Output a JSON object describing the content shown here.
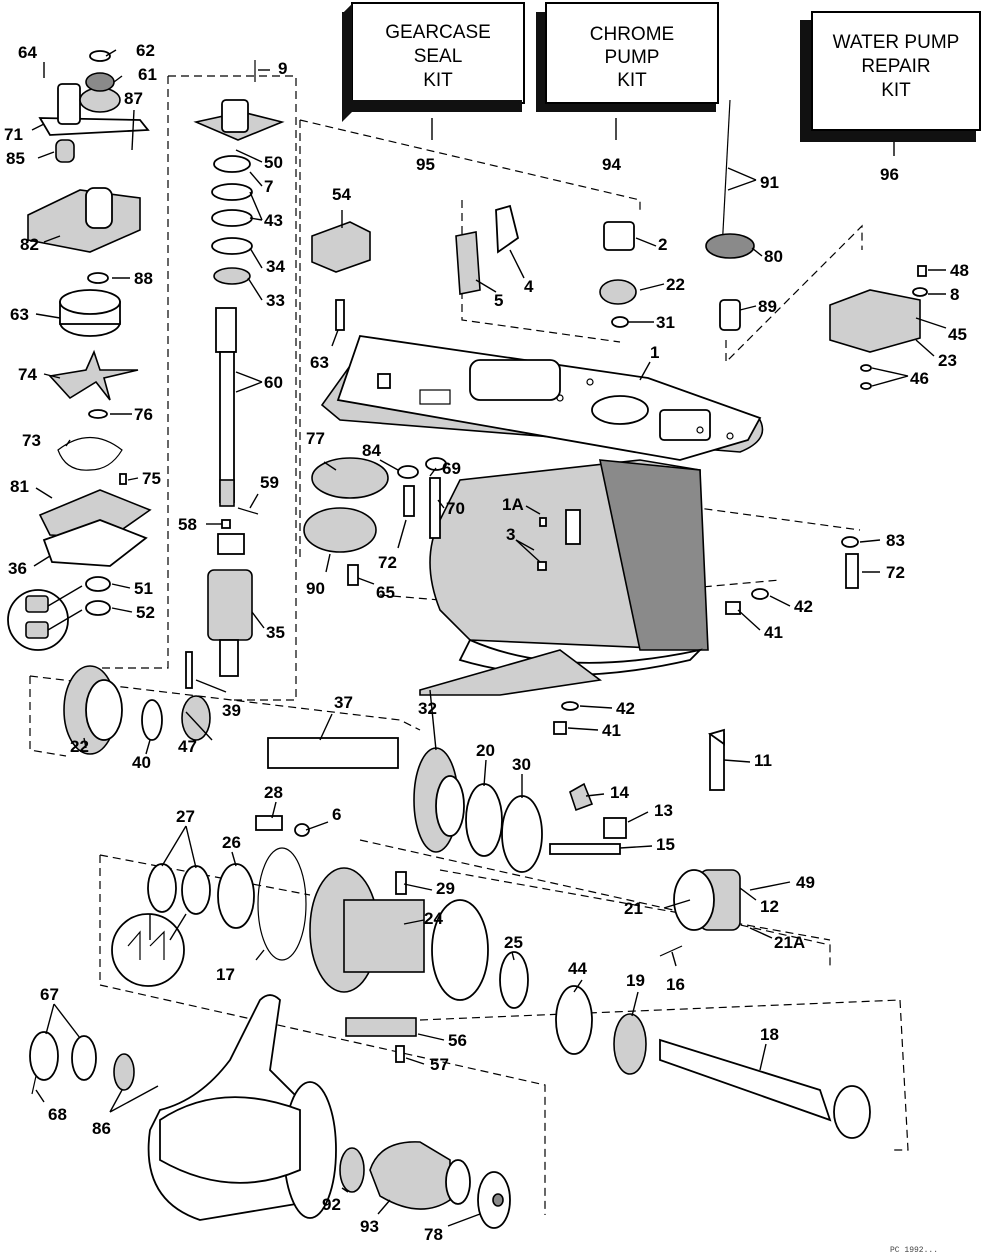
{
  "kits": [
    {
      "id": "95",
      "lines": [
        "GEARCASE",
        "SEAL",
        "KIT"
      ]
    },
    {
      "id": "94",
      "lines": [
        "CHROME",
        "PUMP",
        "KIT"
      ]
    },
    {
      "id": "96",
      "lines": [
        "WATER PUMP",
        "REPAIR",
        "KIT"
      ]
    }
  ],
  "callouts": [
    "64",
    "62",
    "61",
    "9",
    "87",
    "71",
    "85",
    "50",
    "7",
    "43",
    "34",
    "33",
    "82",
    "88",
    "63",
    "74",
    "76",
    "73",
    "75",
    "81",
    "36",
    "51",
    "52",
    "60",
    "59",
    "58",
    "35",
    "39",
    "54",
    "63",
    "95",
    "94",
    "91",
    "2",
    "22",
    "4",
    "5",
    "80",
    "89",
    "31",
    "48",
    "8",
    "45",
    "23",
    "46",
    "1",
    "77",
    "84",
    "69",
    "70",
    "1A",
    "3",
    "72",
    "90",
    "65",
    "83",
    "72",
    "42",
    "41",
    "42",
    "41",
    "22",
    "40",
    "47",
    "37",
    "32",
    "20",
    "30",
    "14",
    "13",
    "15",
    "11",
    "28",
    "6",
    "27",
    "26",
    "17",
    "29",
    "24",
    "25",
    "21",
    "49",
    "12",
    "21A",
    "16",
    "44",
    "19",
    "18",
    "67",
    "68",
    "86",
    "56",
    "57",
    "92",
    "93",
    "78",
    "96"
  ],
  "watermark": "PC 1992..."
}
